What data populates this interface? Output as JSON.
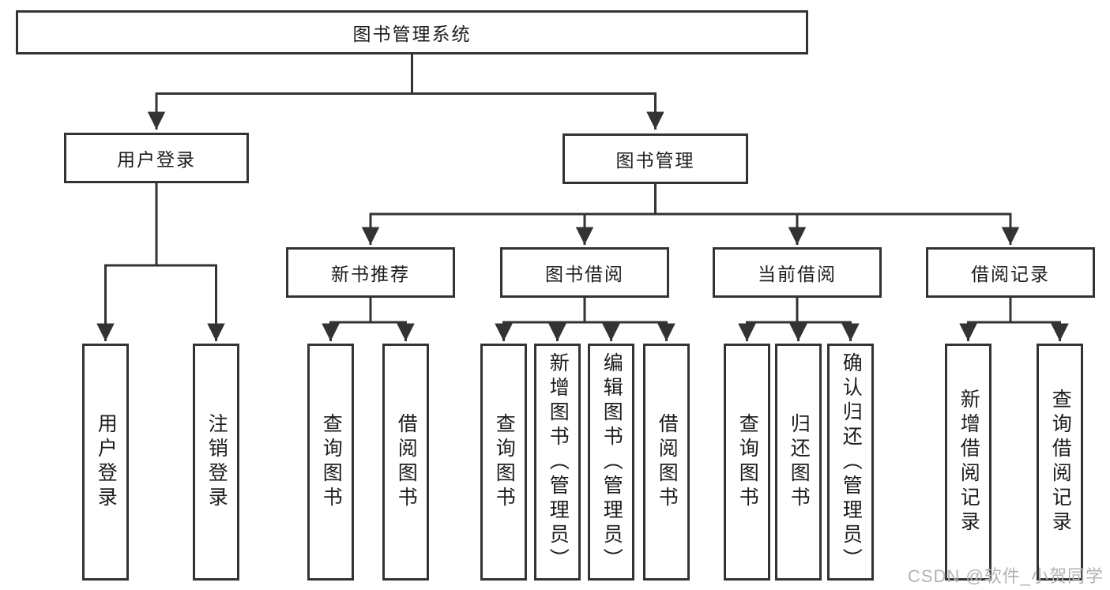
{
  "colors": {
    "line": "#333333",
    "watermark": "#b3b3b3"
  },
  "diagram": {
    "root": "图书管理系统",
    "user_login": {
      "label": "用户登录",
      "children": [
        "用户登录",
        "注销登录"
      ]
    },
    "book_mgmt": {
      "label": "图书管理"
    },
    "new_books": {
      "label": "新书推荐",
      "children": [
        "查询图书",
        "借阅图书"
      ]
    },
    "borrowing": {
      "label": "图书借阅",
      "children": [
        "查询图书",
        "新增图书（管理员）",
        "编辑图书（管理员）",
        "借阅图书"
      ]
    },
    "current": {
      "label": "当前借阅",
      "children": [
        "查询图书",
        "归还图书",
        "确认归还（管理员）"
      ]
    },
    "records": {
      "label": "借阅记录",
      "children": [
        "新增借阅记录",
        "查询借阅记录"
      ]
    }
  },
  "watermark": "CSDN @软件_小贺同学"
}
